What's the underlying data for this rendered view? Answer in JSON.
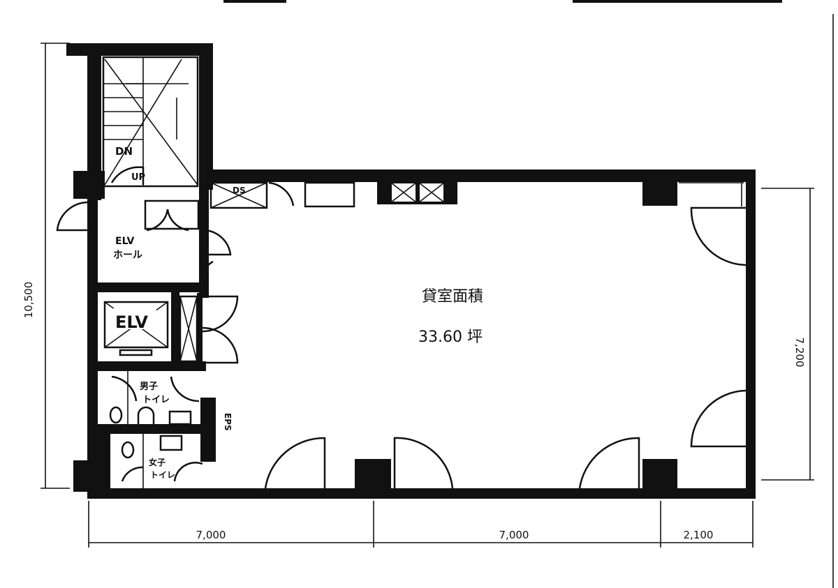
{
  "plan": {
    "room_label": "貸室面積",
    "room_area": "33.60 坪",
    "labels": {
      "stair_down": "DN",
      "stair_up": "UP",
      "ds": "DS",
      "elv_hall_line1": "ELV",
      "elv_hall_line2": "ホール",
      "elevator": "ELV",
      "mens_toilet_line1": "男子",
      "mens_toilet_line2": "トイレ",
      "womens_toilet_line1": "女子",
      "womens_toilet_line2": "トイレ",
      "eps": "EPS"
    },
    "dimensions": {
      "left_height": "10,500",
      "right_height": "7,200",
      "bottom_1": "7,000",
      "bottom_2": "7,000",
      "bottom_3": "2,100"
    },
    "colors": {
      "ink": "#111111",
      "paper": "#ffffff"
    }
  }
}
